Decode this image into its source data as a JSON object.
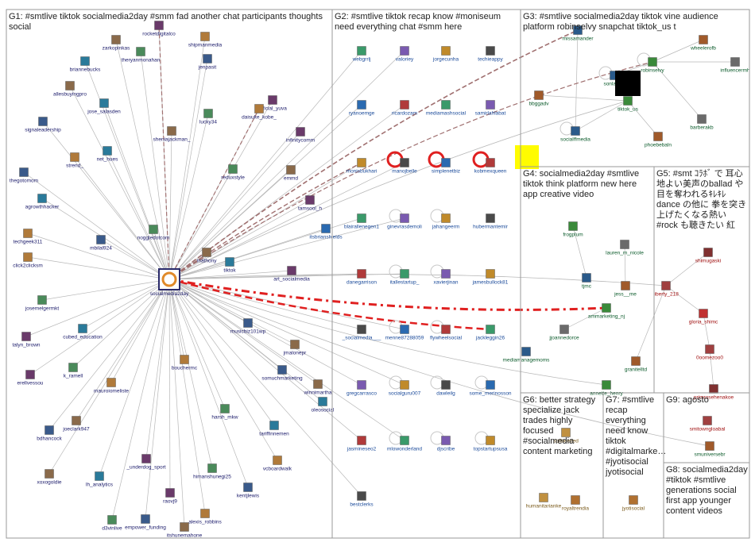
{
  "groups": [
    {
      "id": "G1",
      "title": "G1: #smtlive tiktok socialmedia2day #smm fad another chat participants thoughts social"
    },
    {
      "id": "G2",
      "title": "G2: #smtlive tiktok recap know #moniseum need everything chat #smm here"
    },
    {
      "id": "G3",
      "title": "G3: #smtlive socialmedia2day tiktok vine audience platform robinselvy snapchat tiktok_us t"
    },
    {
      "id": "G4",
      "title": "G4: socialmedia2day #smtlive tiktok think platform new here app creative video"
    },
    {
      "id": "G5",
      "title": "G5: #smt ｺﾗﾎﾞ で 耳心地よい美声のballad や目を奪われるｷﾚｷﾚdance の他に 拳を突き上げたくなる熱い #rock も聴きたい 紅"
    },
    {
      "id": "G6",
      "title": "G6: better strategy specialize jack trades highly focused #socialmedia content marketing"
    },
    {
      "id": "G7",
      "title": "G7: #smtlive recap everything need know tiktok #digitalmarke… #jyotisocial jyotisocial"
    },
    {
      "id": "G8",
      "title": "G8: socialmedia2day #tiktok #smtlive generations social first app younger content videos"
    },
    {
      "id": "G9",
      "title": "G9: agosto"
    }
  ],
  "colors": {
    "node_label_g1": "#1a1a6a",
    "node_label_g2": "#1a4a9a",
    "node_label_g3": "#0a5a2a",
    "node_label_g5": "#a01010",
    "edge_gray": "#b8b8b8",
    "edge_red": "#e02020",
    "edge_brown": "#a07070"
  },
  "nodes": [
    {
      "label": "socialmedia2day",
      "g": "g1",
      "hub": true
    },
    {
      "label": "zarkopinkas",
      "g": "g1"
    },
    {
      "label": "briannebucks",
      "g": "g1"
    },
    {
      "label": "rocketdigitalco",
      "g": "g1"
    },
    {
      "label": "shipmanmedia",
      "g": "g1"
    },
    {
      "label": "theryanmonahan",
      "g": "g1"
    },
    {
      "label": "jenpasit",
      "g": "g1"
    },
    {
      "label": "allesbuyingpro",
      "g": "g1"
    },
    {
      "label": "jose_salasden",
      "g": "g1"
    },
    {
      "label": "official_yuva",
      "g": "g1"
    },
    {
      "label": "daisuke_kobe_",
      "g": "g1"
    },
    {
      "label": "lucky34",
      "g": "g1"
    },
    {
      "label": "signaleadership",
      "g": "g1"
    },
    {
      "label": "sheniajackman_",
      "g": "g1"
    },
    {
      "label": "net_hues",
      "g": "g1"
    },
    {
      "label": "infinitycomm",
      "g": "g1"
    },
    {
      "label": "strend_",
      "g": "g1"
    },
    {
      "label": "reduxstyle",
      "g": "g1"
    },
    {
      "label": "thegotomom",
      "g": "g1"
    },
    {
      "label": "emmd",
      "g": "g1"
    },
    {
      "label": "agrowthhacker",
      "g": "g1"
    },
    {
      "label": "tamsool_h",
      "g": "g1"
    },
    {
      "label": "techgeek311",
      "g": "g1"
    },
    {
      "label": "noggledotcom",
      "g": "g1"
    },
    {
      "label": "mbilal924",
      "g": "g1"
    },
    {
      "label": "mathony",
      "g": "g1"
    },
    {
      "label": "tiktok",
      "g": "g1"
    },
    {
      "label": "art_socialmedia",
      "g": "g1"
    },
    {
      "label": "click2clicksm",
      "g": "g1"
    },
    {
      "label": "josemelgermkt",
      "g": "g1"
    },
    {
      "label": "musicbiz101wp",
      "g": "g1"
    },
    {
      "label": "jmalonepr",
      "g": "g1"
    },
    {
      "label": "cubed_education",
      "g": "g1"
    },
    {
      "label": "talyn_brown",
      "g": "g1"
    },
    {
      "label": "bouchermc",
      "g": "g1"
    },
    {
      "label": "k_ramell",
      "g": "g1"
    },
    {
      "label": "somuchmarketing",
      "g": "g1"
    },
    {
      "label": "winnimartha",
      "g": "g1"
    },
    {
      "label": "oleosocial",
      "g": "g1"
    },
    {
      "label": "erellvessou",
      "g": "g1"
    },
    {
      "label": "mauroiomeliste",
      "g": "g1"
    },
    {
      "label": "harsh_mkw",
      "g": "g1"
    },
    {
      "label": "bdhancock",
      "g": "g1"
    },
    {
      "label": "joeclark947",
      "g": "g1"
    },
    {
      "label": "tariffinnemen",
      "g": "g1"
    },
    {
      "label": "_underdog_sport",
      "g": "g1"
    },
    {
      "label": "vcboardwalk",
      "g": "g1"
    },
    {
      "label": "himanshunegi25",
      "g": "g1"
    },
    {
      "label": "kentjlewis",
      "g": "g1"
    },
    {
      "label": "xoxogoldie",
      "g": "g1"
    },
    {
      "label": "lh_analytics",
      "g": "g1"
    },
    {
      "label": "raovj9",
      "g": "g1"
    },
    {
      "label": "alexis_robbins",
      "g": "g1"
    },
    {
      "label": "d3vinlive",
      "g": "g1"
    },
    {
      "label": "empower_funding",
      "g": "g1"
    },
    {
      "label": "itshunemahone",
      "g": "g1"
    },
    {
      "label": "webgrrlj",
      "g": "g2"
    },
    {
      "label": "valoriey",
      "g": "g2"
    },
    {
      "label": "jorgecunha",
      "g": "g2"
    },
    {
      "label": "techieappy",
      "g": "g2"
    },
    {
      "label": "ryanoemge",
      "g": "g2"
    },
    {
      "label": "ricardozam",
      "g": "g2"
    },
    {
      "label": "mediamashsocial",
      "g": "g2"
    },
    {
      "label": "samirlahlabat",
      "g": "g2"
    },
    {
      "label": "monisbukhari",
      "g": "g2"
    },
    {
      "label": "manojbelle",
      "g": "g2"
    },
    {
      "label": "simplenetbiz",
      "g": "g2"
    },
    {
      "label": "kobmexqueen",
      "g": "g2"
    },
    {
      "label": "blairallenegen1",
      "g": "g2"
    },
    {
      "label": "ginevrasdemoli",
      "g": "g2"
    },
    {
      "label": "jahangeerm",
      "g": "g2"
    },
    {
      "label": "hubermantemir",
      "g": "g2"
    },
    {
      "label": "itsbrianshields",
      "g": "g2"
    },
    {
      "label": "danegarrison",
      "g": "g2"
    },
    {
      "label": "itallestartup_",
      "g": "g2"
    },
    {
      "label": "xavierjinan",
      "g": "g2"
    },
    {
      "label": "jamesbullock81",
      "g": "g2"
    },
    {
      "label": "_socialmedia___",
      "g": "g2"
    },
    {
      "label": "menne87288059",
      "g": "g2"
    },
    {
      "label": "flywheelsocial",
      "g": "g2"
    },
    {
      "label": "jackleggin26",
      "g": "g2"
    },
    {
      "label": "gregcarrasco",
      "g": "g2"
    },
    {
      "label": "socialguru007",
      "g": "g2"
    },
    {
      "label": "dawleilg",
      "g": "g2"
    },
    {
      "label": "some_merinosson",
      "g": "g2"
    },
    {
      "label": "jasmineseo2",
      "g": "g2"
    },
    {
      "label": "mlowonderland",
      "g": "g2"
    },
    {
      "label": "djscribe",
      "g": "g2"
    },
    {
      "label": "topstartupsusa",
      "g": "g2"
    },
    {
      "label": "bestclerks",
      "g": "g2"
    },
    {
      "label": "missamander",
      "g": "g3"
    },
    {
      "label": "wheelerofb",
      "g": "g3"
    },
    {
      "label": "robinselvy",
      "g": "g3"
    },
    {
      "label": "influencermh",
      "g": "g3"
    },
    {
      "label": "sonlagorr",
      "g": "g3"
    },
    {
      "label": "bbggadv",
      "g": "g3"
    },
    {
      "label": "tiktok_us",
      "g": "g3"
    },
    {
      "label": "barberakb",
      "g": "g3"
    },
    {
      "label": "socialffmedia",
      "g": "g3"
    },
    {
      "label": "phoebebaln",
      "g": "g3"
    },
    {
      "label": "frogplum",
      "g": "g3"
    },
    {
      "label": "lauren_m_nicole",
      "g": "g3"
    },
    {
      "label": "tjmc",
      "g": "g3"
    },
    {
      "label": "jess__me",
      "g": "g3"
    },
    {
      "label": "ammarketing_nj",
      "g": "g3"
    },
    {
      "label": "jjoannedorce",
      "g": "g3"
    },
    {
      "label": "mediamanagemoms",
      "g": "g3"
    },
    {
      "label": "granitelltd",
      "g": "g3"
    },
    {
      "label": "annette_henry",
      "g": "g3"
    },
    {
      "label": "liberty_218",
      "g": "g5"
    },
    {
      "label": "shimugaski",
      "g": "g5"
    },
    {
      "label": "gloria_shimc",
      "g": "g5"
    },
    {
      "label": "0oomezoo0",
      "g": "g5"
    },
    {
      "label": "primrosehenakoe",
      "g": "g5"
    },
    {
      "label": "humanitarianke",
      "g": "g6"
    },
    {
      "label": "royaltrendia",
      "g": "g6"
    },
    {
      "label": "scribeeeed",
      "g": "g6"
    },
    {
      "label": "jyotisocial",
      "g": "g6"
    },
    {
      "label": "smitowngloabal",
      "g": "g5"
    },
    {
      "label": "smuniversebr",
      "g": "g3"
    }
  ]
}
